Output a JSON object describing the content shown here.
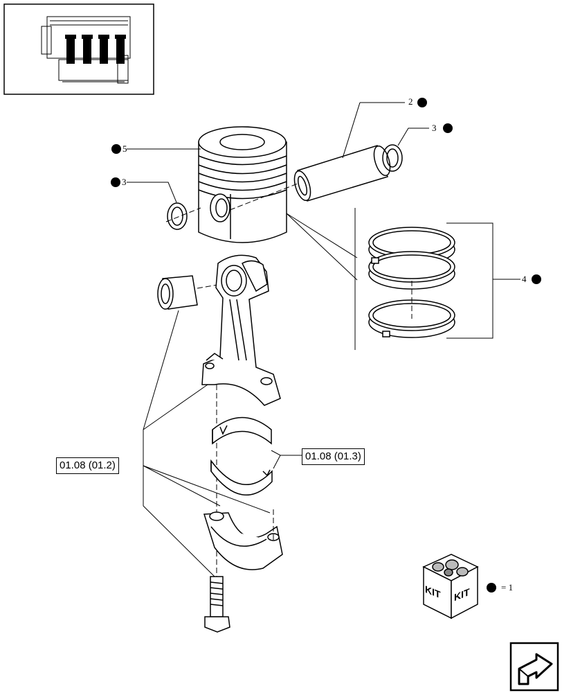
{
  "callouts": [
    {
      "id": "2",
      "label": "2"
    },
    {
      "id": "3a",
      "label": "3"
    },
    {
      "id": "5",
      "label": "5"
    },
    {
      "id": "3b",
      "label": "3"
    },
    {
      "id": "4",
      "label": "4"
    }
  ],
  "references": {
    "big_end_bearing": "01.08 (01.2)",
    "shells": "01.08 (01.3)"
  },
  "kit": {
    "label_left": "KIT",
    "label_right": "KIT",
    "legend": "= 1"
  },
  "icons": {
    "thumbnail": "engine-thumbnail-icon",
    "kit": "kit-box-icon",
    "next": "next-page-arrow-icon",
    "kit_marker": "filled-dot"
  },
  "colors": {
    "line": "#000000",
    "background": "#ffffff"
  }
}
